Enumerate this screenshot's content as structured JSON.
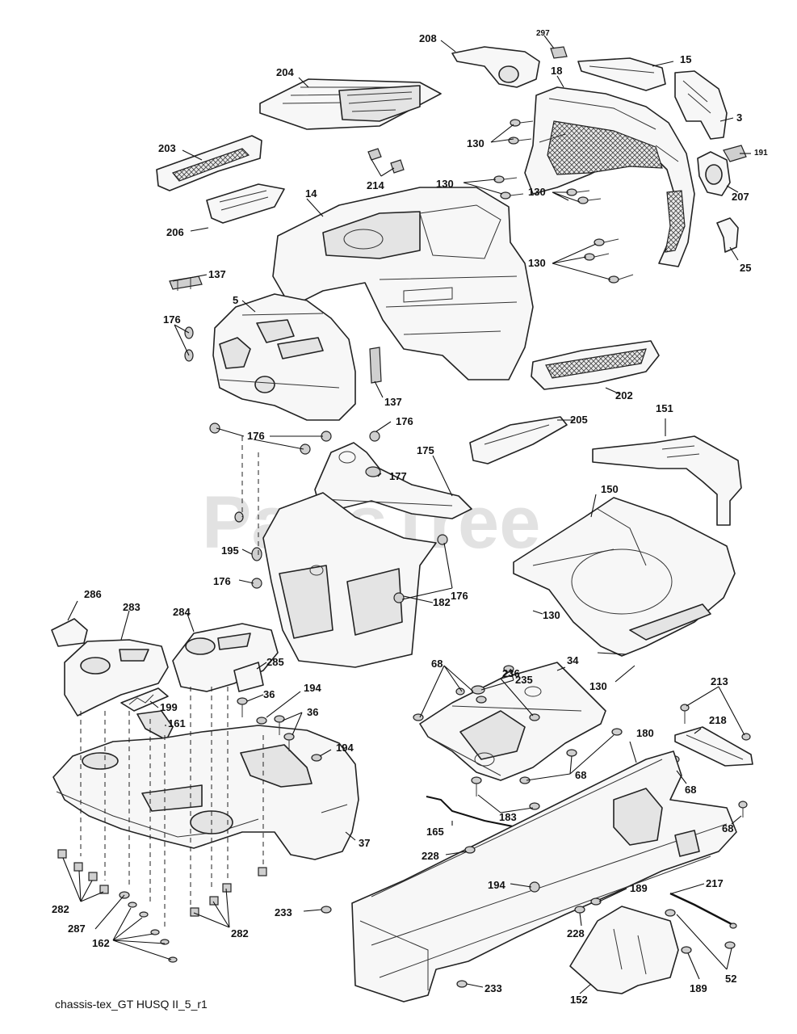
{
  "watermark": "PartsTree",
  "caption": "chassis-tex_GT HUSQ II_5_r1",
  "callouts": {
    "c3": "3",
    "c5": "5",
    "c14": "14",
    "c15": "15",
    "c18": "18",
    "c25": "25",
    "c34": "34",
    "c36a": "36",
    "c36b": "36",
    "c37": "37",
    "c52": "52",
    "c68a": "68",
    "c68b": "68",
    "c68c": "68",
    "c68d": "68",
    "c130a": "130",
    "c130b": "130",
    "c130c": "130",
    "c130d": "130",
    "c130e": "130",
    "c130f": "130",
    "c137a": "137",
    "c137b": "137",
    "c150": "150",
    "c151": "151",
    "c152": "152",
    "c161": "161",
    "c162": "162",
    "c165": "165",
    "c175": "175",
    "c176a": "176",
    "c176b": "176",
    "c176c": "176",
    "c176d": "176",
    "c176e": "176",
    "c177": "177",
    "c180": "180",
    "c182": "182",
    "c183": "183",
    "c189a": "189",
    "c189b": "189",
    "c191": "191",
    "c194a": "194",
    "c194b": "194",
    "c194c": "194",
    "c195": "195",
    "c199": "199",
    "c202": "202",
    "c203": "203",
    "c204": "204",
    "c205": "205",
    "c206": "206",
    "c207": "207",
    "c208": "208",
    "c213": "213",
    "c214": "214",
    "c217": "217",
    "c218": "218",
    "c228a": "228",
    "c228b": "228",
    "c233a": "233",
    "c233b": "233",
    "c235": "235",
    "c236": "236",
    "c282a": "282",
    "c282b": "282",
    "c283": "283",
    "c284": "284",
    "c285": "285",
    "c286": "286",
    "c287": "287",
    "c297": "297"
  }
}
